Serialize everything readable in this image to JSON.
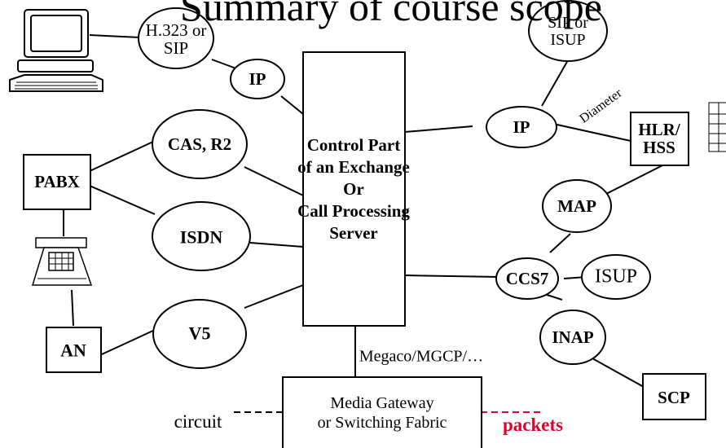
{
  "title": "Summary of course scope",
  "nodes": {
    "pc_protocol": "H.323 or SIP",
    "ip_left": "IP",
    "cas": "CAS, R2",
    "pabx": "PABX",
    "isdn": "ISDN",
    "v5": "V5",
    "an": "AN",
    "control": [
      "Control Part",
      "of an Exchange",
      "Or",
      "Call Processing",
      "Server"
    ],
    "sip_isup": "SIP or ISUP",
    "ip_right": "IP",
    "diameter": "Diameter",
    "hlr": "HLR/ HSS",
    "map": "MAP",
    "ccs7": "CCS7",
    "isup": "ISUP",
    "inap": "INAP",
    "scp": "SCP",
    "megaco": "Megaco/MGCP/…",
    "media_gateway": [
      "Media Gateway",
      "or Switching Fabric"
    ],
    "circuit": "circuit",
    "packets": "packets"
  },
  "colors": {
    "line": "#000000",
    "packets": "#e0002b"
  },
  "icons": [
    "computer-icon",
    "telephone-icon"
  ]
}
